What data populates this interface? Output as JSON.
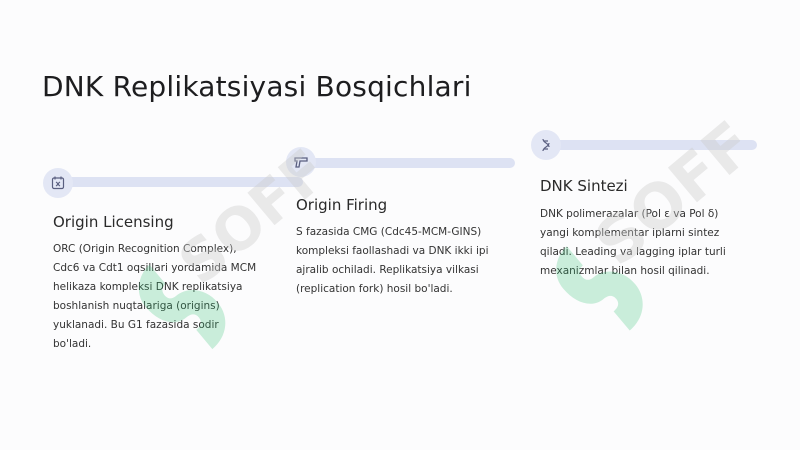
{
  "page": {
    "title": "DNK Replikatsiyasi Bosqichlari"
  },
  "steps": [
    {
      "title": "Origin Licensing",
      "icon": "dna-box-icon",
      "description": "ORC (Origin Recognition Complex), Cdc6 va Cdt1 oqsillari yordamida MCM helikaza kompleksi DNK replikatsiya boshlanish nuqtalariga (origins) yuklanadi. Bu G1 fazasida sodir bo'ladi."
    },
    {
      "title": "Origin Firing",
      "icon": "pistol-icon",
      "description": "S fazasida CMG (Cdc45-MCM-GINS) kompleksi faollashadi va DNK ikki ipi ajralib ochiladi. Replikatsiya vilkasi (replication fork) hosil bo'ladi."
    },
    {
      "title": "DNK Sintezi",
      "icon": "dna-helix-icon",
      "description": "DNK polimerazalar (Pol ε va Pol δ) yangi komplementar iplarni sintez qiladi. Leading va lagging iplar turli mexanizmlar bilan hosil qilinadi."
    }
  ],
  "watermark": {
    "text": "SOFF",
    "color": "#2fbf71",
    "text_color": "#cfcfcf"
  },
  "colors": {
    "bar": "#dde2f3",
    "icon_bg": "#e3e7f5",
    "icon_stroke": "#5a5f80"
  }
}
